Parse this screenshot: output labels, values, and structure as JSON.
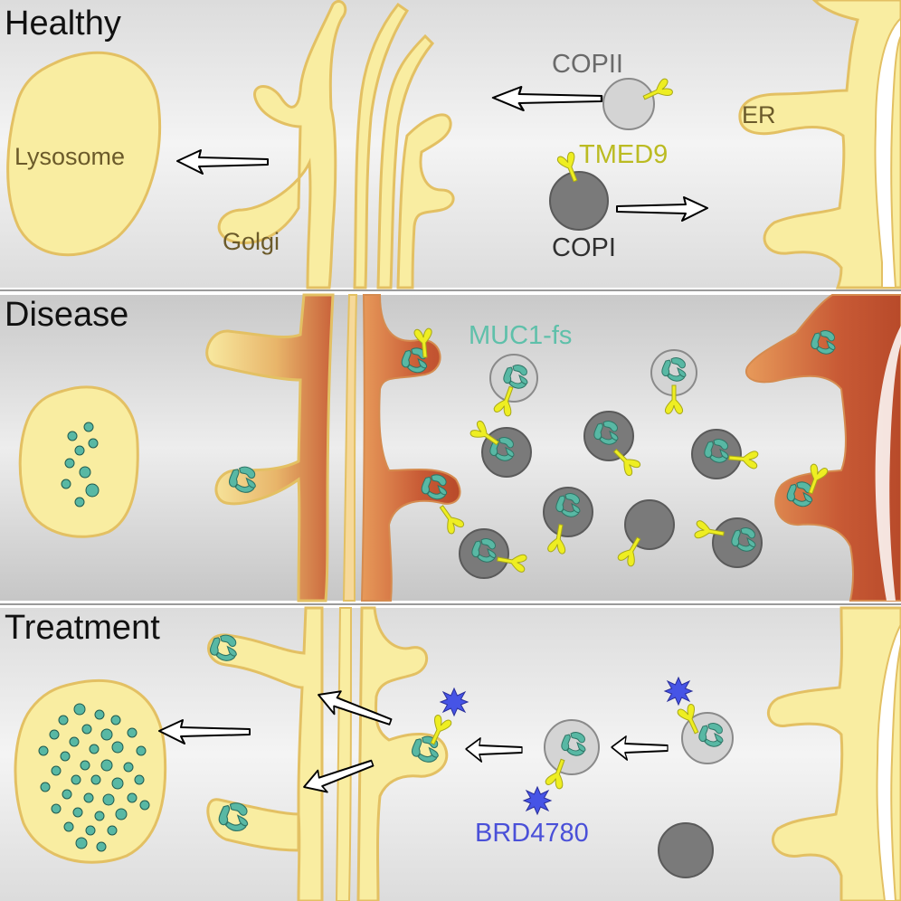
{
  "panels": {
    "healthy": {
      "title": "Healthy",
      "labels": {
        "lysosome": "Lysosome",
        "golgi": "Golgi",
        "er": "ER",
        "copii": "COPII",
        "tmed9": "TMED9",
        "copi": "COPI"
      }
    },
    "disease": {
      "title": "Disease",
      "labels": {
        "muc1fs": "MUC1-fs"
      }
    },
    "treatment": {
      "title": "Treatment",
      "labels": {
        "brd4780": "BRD4780"
      }
    }
  },
  "colors": {
    "organelle": "#f9eda1",
    "organelle_edge": "#e3c063",
    "er_stressed": "#c85a35",
    "copii_vesicle": "#d4d4d4",
    "copi_vesicle": "#7a7a7a",
    "tmed9": "#eeee22",
    "muc1fs": "#58b8a4",
    "brd4780": "#4654e6",
    "title_text": "#111111",
    "copii_text": "#6a6a6a",
    "copi_text": "#303030",
    "tmed9_text": "#bbbb22",
    "organelle_text": "#6b5a2a",
    "muc1fs_text": "#5fc0aa",
    "brd4780_text": "#4a50d8"
  }
}
